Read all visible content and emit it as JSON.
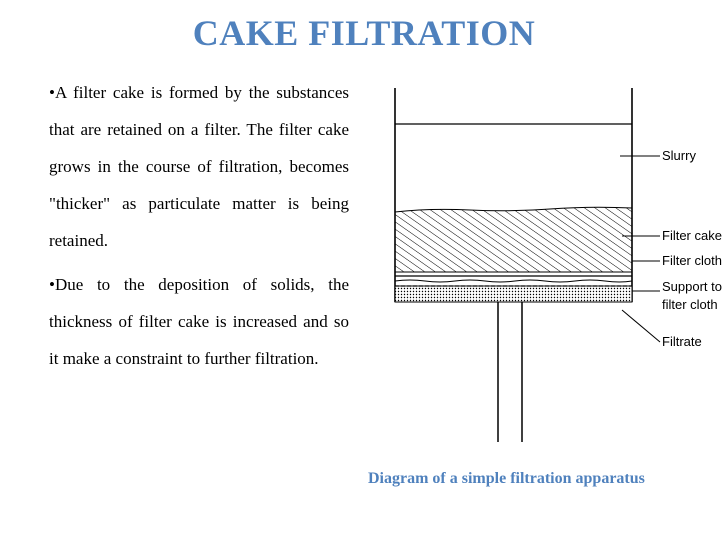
{
  "title": "CAKE FILTRATION",
  "paragraphs": [
    "•A filter cake is formed by the substances that are retained on a filter. The filter cake grows in the course of filtration, becomes \"thicker\" as particulate matter is being retained.",
    "•Due to the deposition of solids, the thickness of filter cake is increased and so it make a constraint to further filtration."
  ],
  "diagram": {
    "labels": {
      "slurry": "Slurry",
      "filter_cake": "Filter cake",
      "filter_cloth": "Filter cloth",
      "support_line1": "Support to",
      "support_line2": "filter cloth",
      "filtrate": "Filtrate"
    },
    "caption": "Diagram of a simple filtration apparatus"
  },
  "colors": {
    "accent": "#4f81bd",
    "text": "#000000"
  }
}
